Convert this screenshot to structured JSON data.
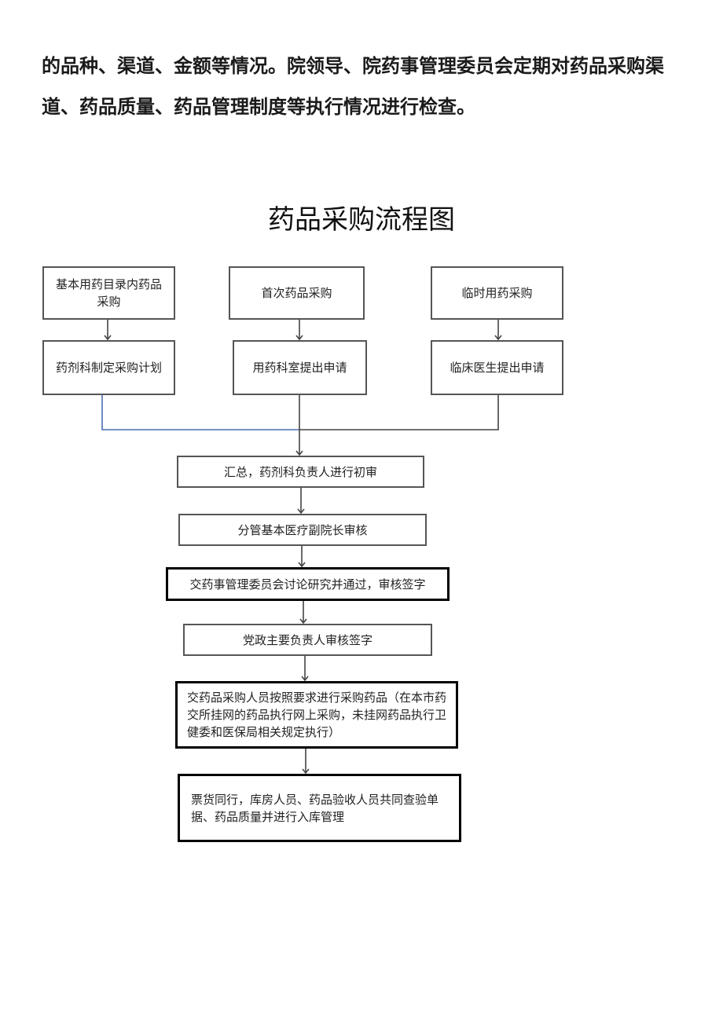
{
  "intro_text": "的品种、渠道、金额等情况。院领导、院药事管理委员会定期对药品采购渠道、药品质量、药品管理制度等执行情况进行检查。",
  "flowchart": {
    "title": "药品采购流程图",
    "top_row": [
      "基本用药目录内药品采购",
      "首次药品采购",
      "临时用药采购"
    ],
    "second_row": [
      "药剂科制定采购计划",
      "用药科室提出申请",
      "临床医生提出申请"
    ],
    "steps": [
      "汇总，药剂科负责人进行初审",
      "分管基本医疗副院长审核",
      "交药事管理委员会讨论研究并通过，审核签字",
      "党政主要负责人审核签字",
      "交药品采购人员按照要求进行采购药品（在本市药交所挂网的药品执行网上采购，未挂网药品执行卫健委和医保局相关规定执行）",
      "票货同行，库房人员、药品验收人员共同查验单据、药品质量并进行入库管理"
    ]
  }
}
